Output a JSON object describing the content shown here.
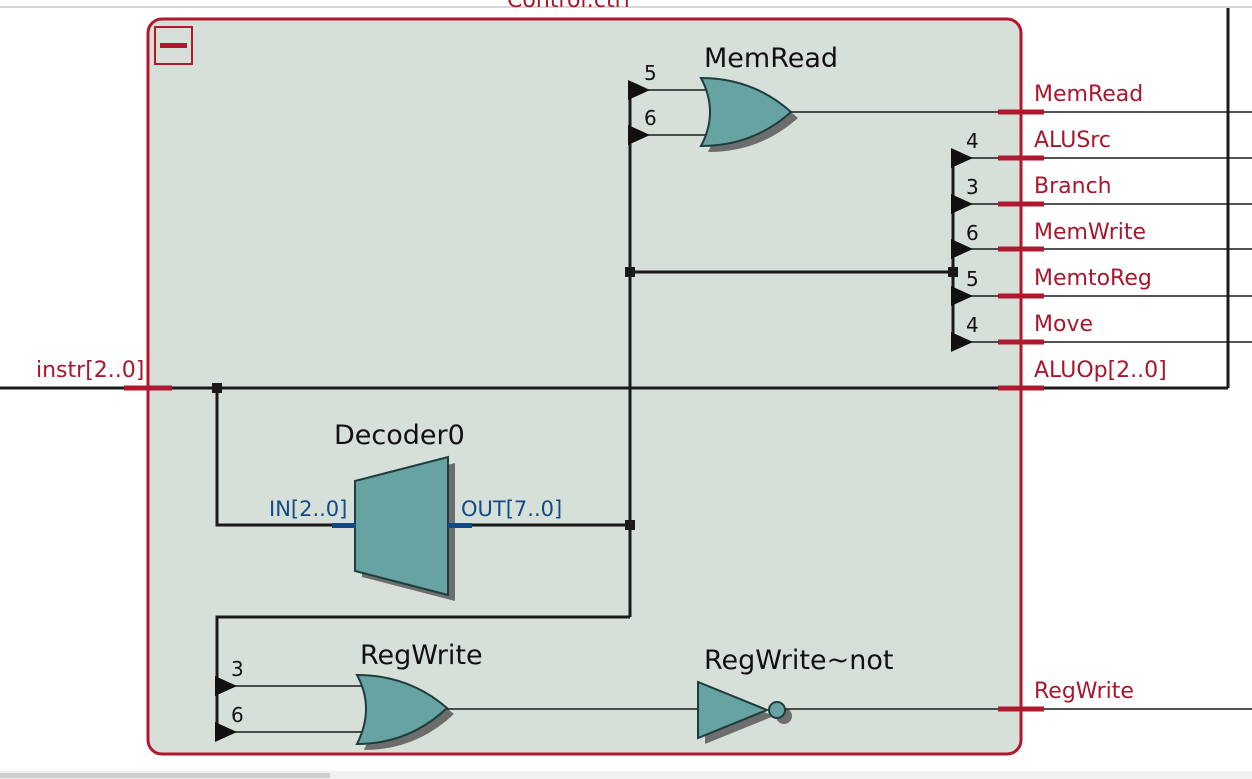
{
  "module": {
    "name": "Control:ctrl"
  },
  "inputs": {
    "instr_label": "instr[2..0]"
  },
  "outputs": {
    "memread_label": "MemRead",
    "alusrc_label": "ALUSrc",
    "branch_label": "Branch",
    "memwrite_label": "MemWrite",
    "memtoreg_label": "MemtoReg",
    "move_label": "Move",
    "aluop_label": "ALUOp[2..0]",
    "regwrite_label": "RegWrite"
  },
  "gates": {
    "memread": {
      "title": "MemRead",
      "pin_a": "5",
      "pin_b": "6"
    },
    "regwrite": {
      "title": "RegWrite",
      "pin_a": "3",
      "pin_b": "6"
    },
    "regwrite_not": {
      "title": "RegWrite~not"
    },
    "decoder": {
      "title": "Decoder0",
      "in_label": "IN[2..0]",
      "out_label": "OUT[7..0]"
    }
  },
  "bus_taps": {
    "alusrc": "4",
    "branch": "3",
    "memwrite": "6",
    "memtoreg": "5",
    "move": "4"
  },
  "icons": {
    "collapse": "minus-collapse-icon"
  },
  "colors": {
    "module_border": "#b0182f",
    "module_fill": "#d7e0d8",
    "gate_fill": "#66a3a2",
    "port_text": "#a8172e",
    "decoder_pin_text": "#114a86"
  }
}
